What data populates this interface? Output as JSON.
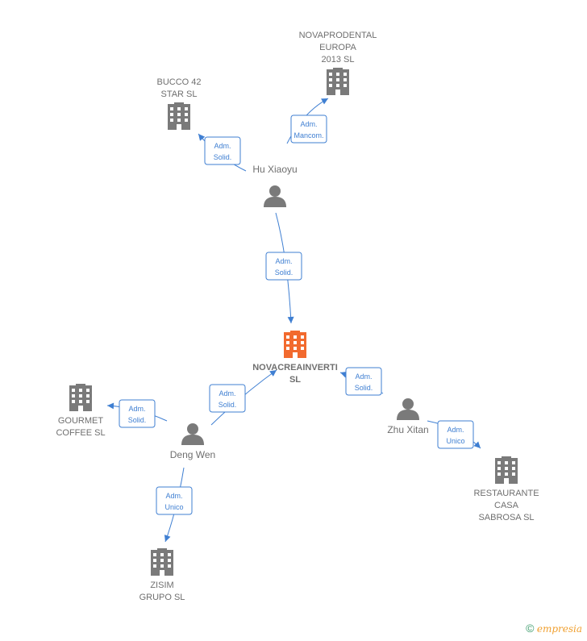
{
  "colors": {
    "edge": "#3f7fd2",
    "company": "#7a7a7a",
    "company_main": "#f26a2e",
    "person": "#7a7a7a",
    "text": "#6f6f6f"
  },
  "nodes": {
    "novacreainverti": {
      "type": "company",
      "main": true,
      "lines": [
        "NOVACREAINVERTI",
        "SL"
      ]
    },
    "novaprodental": {
      "type": "company",
      "lines": [
        "NOVAPRODENTAL",
        "EUROPA",
        "2013 SL"
      ]
    },
    "bucco": {
      "type": "company",
      "lines": [
        "BUCCO 42",
        "STAR SL"
      ]
    },
    "gourmet": {
      "type": "company",
      "lines": [
        "GOURMET",
        "COFFEE  SL"
      ]
    },
    "zisim": {
      "type": "company",
      "lines": [
        "ZISIM",
        "GRUPO  SL"
      ]
    },
    "restaurante": {
      "type": "company",
      "lines": [
        "RESTAURANTE",
        "CASA",
        "SABROSA  SL"
      ]
    },
    "hu": {
      "type": "person",
      "label": "Hu Xiaoyu"
    },
    "deng": {
      "type": "person",
      "label": "Deng Wen"
    },
    "zhu": {
      "type": "person",
      "label": "Zhu Xitan"
    }
  },
  "edges": [
    {
      "from": "hu",
      "to": "novaprodental",
      "label": [
        "Adm.",
        "Mancom."
      ]
    },
    {
      "from": "hu",
      "to": "bucco",
      "label": [
        "Adm.",
        "Solid."
      ]
    },
    {
      "from": "hu",
      "to": "novacreainverti",
      "label": [
        "Adm.",
        "Solid."
      ]
    },
    {
      "from": "deng",
      "to": "novacreainverti",
      "label": [
        "Adm.",
        "Solid."
      ]
    },
    {
      "from": "deng",
      "to": "gourmet",
      "label": [
        "Adm.",
        "Solid."
      ]
    },
    {
      "from": "deng",
      "to": "zisim",
      "label": [
        "Adm.",
        "Unico"
      ]
    },
    {
      "from": "zhu",
      "to": "novacreainverti",
      "label": [
        "Adm.",
        "Solid."
      ]
    },
    {
      "from": "zhu",
      "to": "restaurante",
      "label": [
        "Adm.",
        "Unico"
      ]
    }
  ],
  "footer": {
    "copyright": "©",
    "brand": "empresia"
  }
}
